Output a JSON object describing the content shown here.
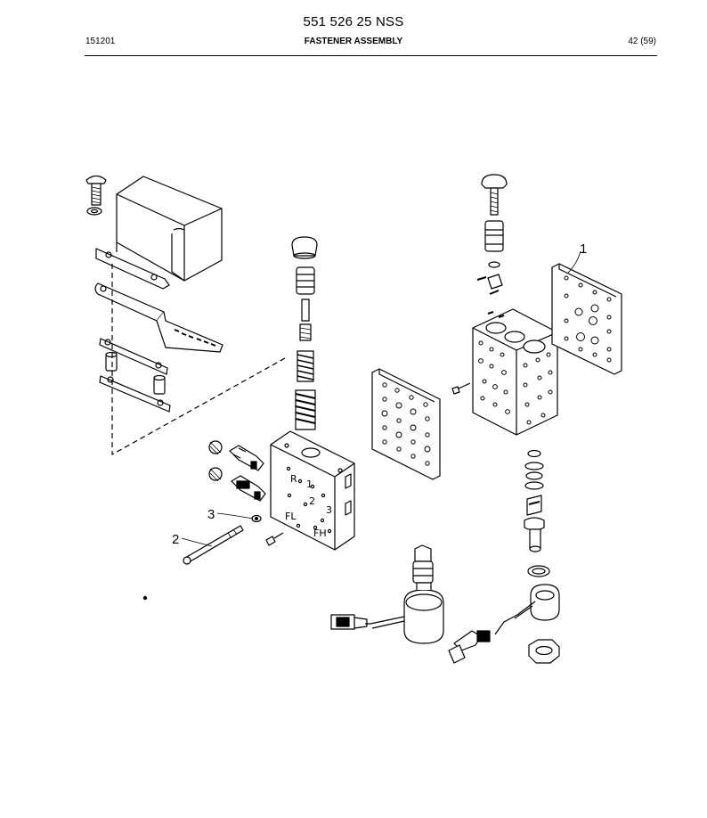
{
  "header": {
    "doc_number": "551 526 25 NSS",
    "code": "151201",
    "title": "FASTENER ASSEMBLY",
    "page": "42 (59)"
  },
  "callouts": [
    "1",
    "2",
    "3"
  ],
  "valve_labels": [
    "R",
    "1",
    "2",
    "3",
    "FL",
    "FH"
  ]
}
